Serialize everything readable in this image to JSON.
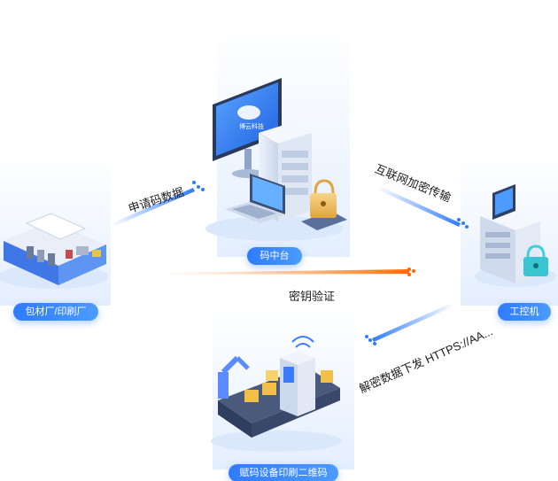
{
  "nodes": {
    "platform": "码中台",
    "factory": "包材厂/印刷厂",
    "industrial_pc": "工控机",
    "coding_equipment": "赋码设备印刷二维码"
  },
  "flows": {
    "apply_data": "申请码数据",
    "encrypted_transfer": "互联网加密传输",
    "key_verification": "密钥验证",
    "decrypt_download": "解密数据下发 HTTPS://AA..."
  },
  "screen_logo_text": "博云科技",
  "colors": {
    "accent": "#2f7bff",
    "orange": "#ff7a1a"
  }
}
